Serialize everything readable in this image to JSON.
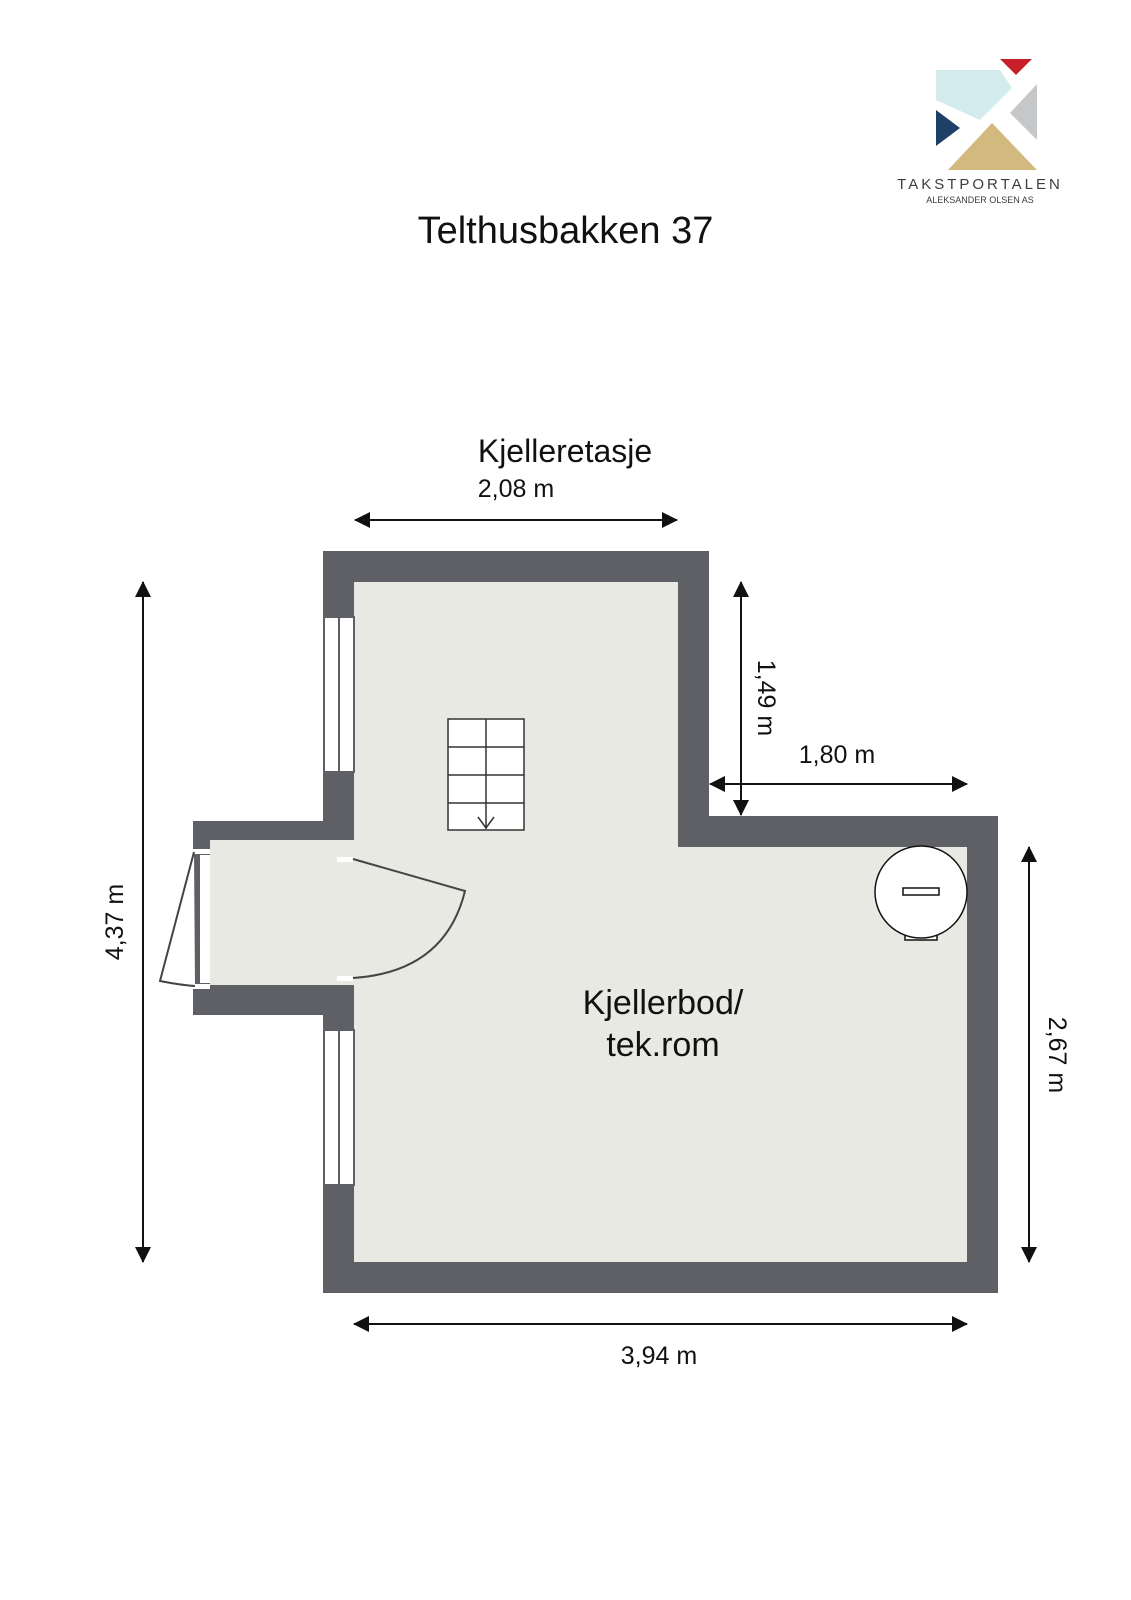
{
  "page": {
    "title": "Telthusbakken 37",
    "floor": "Kjelleretasje"
  },
  "logo": {
    "name": "TAKSTPORTALEN",
    "subtitle": "ALEKSANDER OLSEN AS",
    "colors": {
      "red": "#c8202a",
      "light_blue": "#d4ebee",
      "grey": "#c6c7c9",
      "navy": "#1e3f66",
      "gold": "#d2b97e"
    }
  },
  "rooms": [
    {
      "name_line1": "Kjellerbod/",
      "name_line2": "tek.rom"
    }
  ],
  "dimensions": {
    "top_width": "2,08 m",
    "upper_right_height": "1,49 m",
    "step_width": "1,80 m",
    "total_height": "4,37 m",
    "right_height": "2,67 m",
    "bottom_width": "3,94 m"
  },
  "colors": {
    "wall": "#5e6065",
    "floor": "#e9e9e3",
    "line": "#111111"
  }
}
